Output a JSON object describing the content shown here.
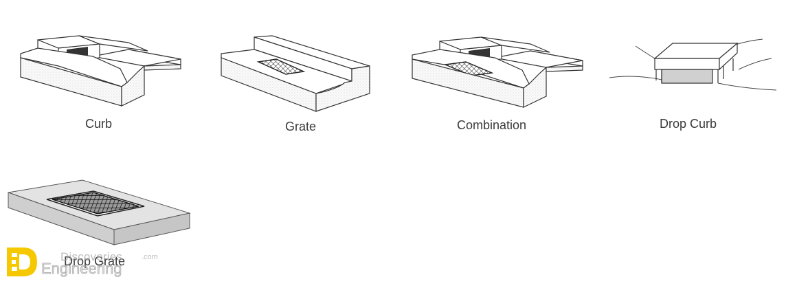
{
  "diagram": {
    "items": [
      {
        "id": "curb",
        "label": "Curb"
      },
      {
        "id": "grate",
        "label": "Grate"
      },
      {
        "id": "combination",
        "label": "Combination"
      },
      {
        "id": "drop_curb",
        "label": "Drop Curb"
      },
      {
        "id": "drop_grate",
        "label": "Drop Grate"
      }
    ]
  },
  "watermark": {
    "line1": "Discoveries",
    "suffix": ".com",
    "line2": "Engineering",
    "logo_color": "#f5c800"
  }
}
